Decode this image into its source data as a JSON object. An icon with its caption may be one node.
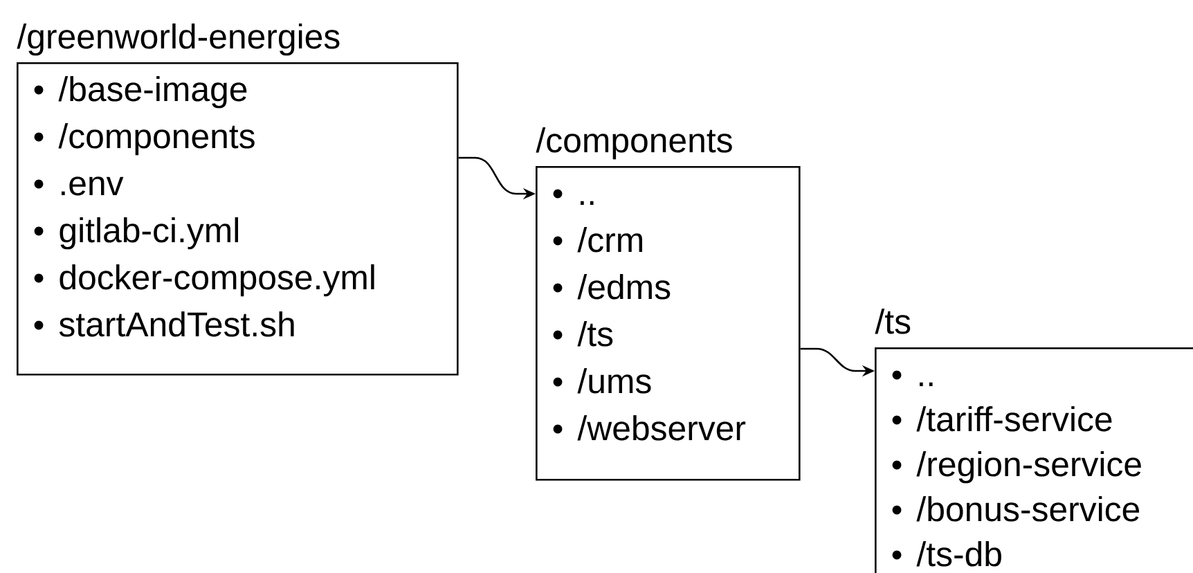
{
  "diagram": {
    "nodes": [
      {
        "text": [
          "/greenworld-energies",
          "/base-image",
          "/components",
          ".env",
          "gitlab-ci.yml",
          "docker-compose.yml",
          "startAndTest.sh"
        ]
      },
      {
        "text": [
          "/components",
          "..",
          "/crm",
          "/edms",
          "/ts",
          "/ums",
          "/webserver"
        ]
      },
      {
        "text": [
          "/ts",
          "..",
          "/tariff-service",
          "/region-service",
          "/bonus-service",
          "/ts-db"
        ]
      }
    ],
    "edges": [
      {
        "from": 0,
        "to": 1,
        "arrow": "to"
      },
      {
        "from": 1,
        "to": 2,
        "arrow": "to"
      }
    ]
  }
}
